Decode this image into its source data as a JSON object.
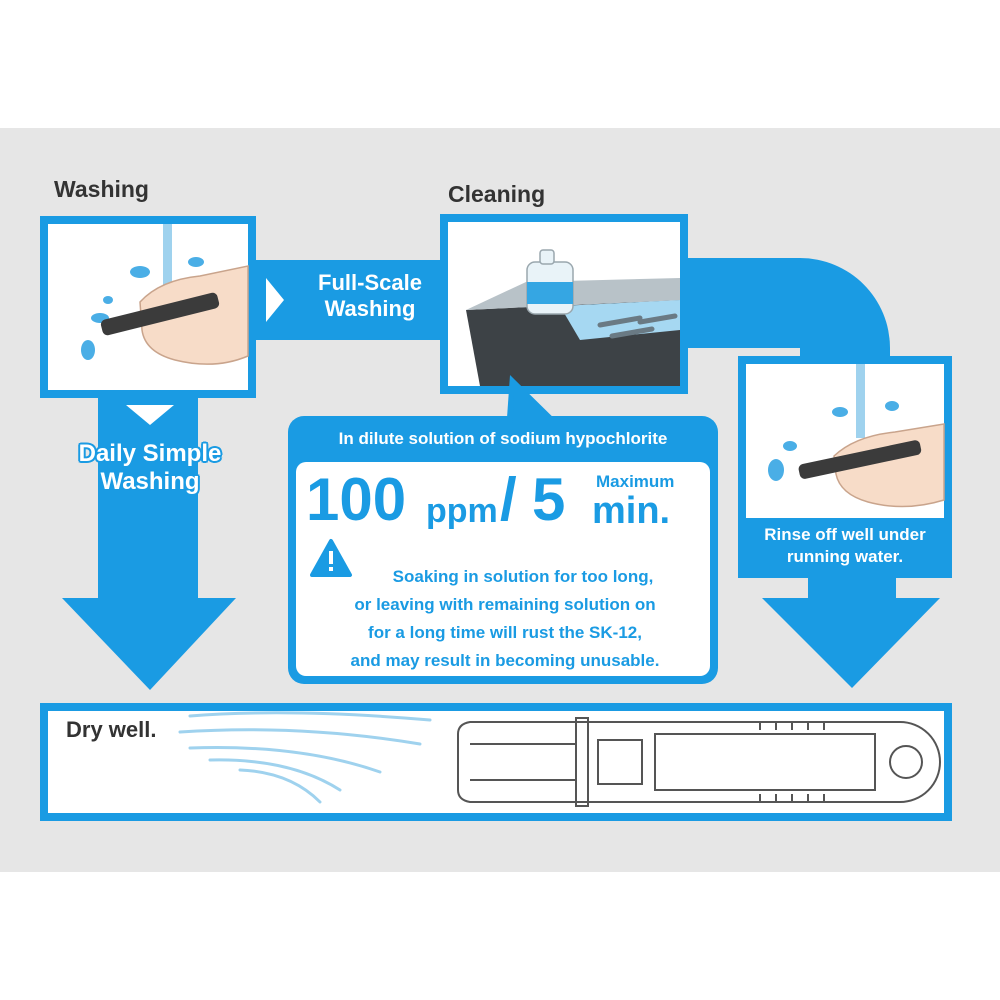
{
  "steps": {
    "washing_title": "Washing",
    "cleaning_title": "Cleaning",
    "full_scale": [
      "Full-Scale",
      "Washing"
    ],
    "daily_simple": [
      "Daily Simple",
      "Washing"
    ],
    "rinse": [
      "Rinse off well under",
      "running water."
    ],
    "dry": "Dry well."
  },
  "callout": {
    "header": "In dilute solution of sodium hypochlorite",
    "concentration": "100",
    "concentration_unit": "ppm",
    "separator": "/",
    "time": "5",
    "time_qualifier": "Maximum",
    "time_unit": "min.",
    "warning_icon": "warning-triangle-icon",
    "warning_lines": [
      "Soaking in solution for too long,",
      "or leaving with remaining solution on",
      "for a long time will rust the SK-12,",
      "and may result in becoming unusable."
    ]
  },
  "colors": {
    "accent": "#1a9be3",
    "panel_background": "#e6e6e6",
    "text_dark": "#333333"
  }
}
